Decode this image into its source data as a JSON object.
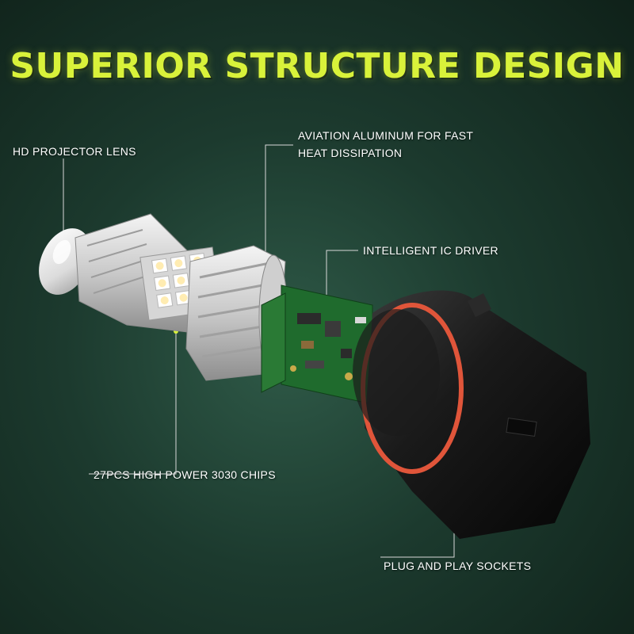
{
  "title": "SUPERIOR STRUCTURE DESIGN",
  "labels": {
    "lens": "HD PROJECTOR LENS",
    "aluminum_line1": "AVIATION ALUMINUM FOR FAST",
    "aluminum_line2": "HEAT DISSIPATION",
    "driver": "INTELLIGENT IC DRIVER",
    "chips": "27PCS HIGH POWER 3030 CHIPS",
    "sockets": "PLUG AND PLAY SOCKETS"
  },
  "colors": {
    "title": "#d9f23a",
    "background": "#1c3a2e",
    "pcb": "#1f6b2d",
    "socket": "#151515",
    "oring": "#e0553a"
  }
}
